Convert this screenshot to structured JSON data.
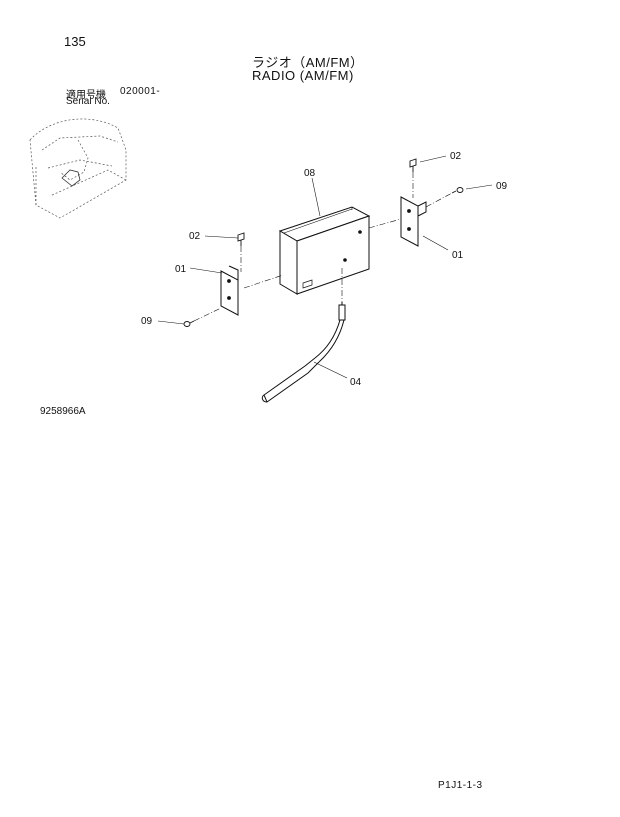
{
  "header": {
    "page_number": "135",
    "title_jp": "ラジオ（AM/FM）",
    "title_en": "RADIO (AM/FM)"
  },
  "serial": {
    "label_jp": "適用号機",
    "label_en": "Serial No.",
    "value": "020001-"
  },
  "callouts": {
    "radio_unit": "08",
    "screw_right": "02",
    "screw_left": "02",
    "bracket_right": "01",
    "bracket_left": "01",
    "bolt_right": "09",
    "bolt_left": "09",
    "antenna_cable": "04"
  },
  "footer": {
    "drawing_number": "9258966A",
    "sheet_ref": "P1J1-1-3"
  }
}
